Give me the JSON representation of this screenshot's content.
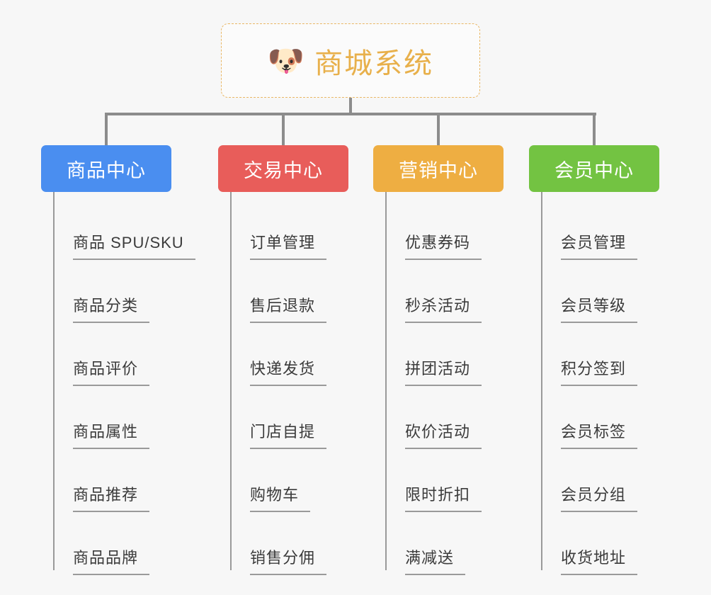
{
  "root": {
    "icon": "shiba-dog-face-emoji",
    "emoji": "🐶",
    "title": "商城系统",
    "title_color": "#e8b04b",
    "border_color": "#e9b765"
  },
  "connector_color": "#8c8c8c",
  "spine_color": "#9a9a9a",
  "background_color": "#f7f7f7",
  "categories": [
    {
      "id": "product-center",
      "label": "商品中心",
      "color": "#4a8ef0",
      "items": [
        "商品 SPU/SKU",
        "商品分类",
        "商品评价",
        "商品属性",
        "商品推荐",
        "商品品牌"
      ]
    },
    {
      "id": "trade-center",
      "label": "交易中心",
      "color": "#e85d5a",
      "items": [
        "订单管理",
        "售后退款",
        "快递发货",
        "门店自提",
        "购物车",
        "销售分佣"
      ]
    },
    {
      "id": "marketing-center",
      "label": "营销中心",
      "color": "#eeae42",
      "items": [
        "优惠券码",
        "秒杀活动",
        "拼团活动",
        "砍价活动",
        "限时折扣",
        "满减送"
      ]
    },
    {
      "id": "member-center",
      "label": "会员中心",
      "color": "#73c342",
      "items": [
        "会员管理",
        "会员等级",
        "积分签到",
        "会员标签",
        "会员分组",
        "收货地址"
      ]
    }
  ]
}
